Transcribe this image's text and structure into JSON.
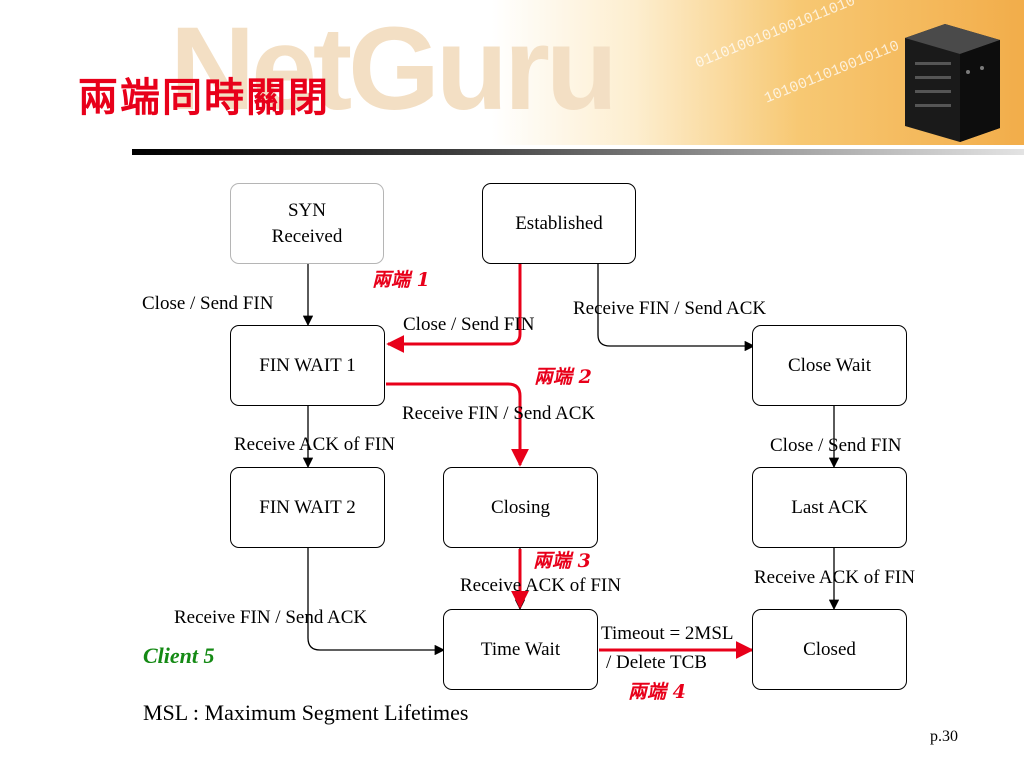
{
  "slide": {
    "title": "兩端同時關閉",
    "watermark": "NetGuru",
    "client_label": "Client 5",
    "msl_note": "MSL : Maximum Segment Lifetimes",
    "page_number": "p.30"
  },
  "states": {
    "syn_received": "SYN\nReceived",
    "established": "Established",
    "fin_wait_1": "FIN WAIT 1",
    "close_wait": "Close Wait",
    "fin_wait_2": "FIN WAIT 2",
    "closing": "Closing",
    "last_ack": "Last ACK",
    "time_wait": "Time Wait",
    "closed": "Closed"
  },
  "transitions": {
    "syn_to_finwait1": "Close / Send FIN",
    "est_to_finwait1": "Close / Send FIN",
    "est_to_closewait": "Receive FIN / Send ACK",
    "finwait1_to_finwait2": "Receive ACK of FIN",
    "finwait1_to_closing": "Receive FIN / Send ACK",
    "closewait_to_lastack": "Close / Send FIN",
    "closing_to_timewait": "Receive ACK of FIN",
    "lastack_to_closed": "Receive ACK of FIN",
    "finwait2_to_timewait": "Receive FIN / Send ACK",
    "timewait_to_closed_1": "Timeout = 2MSL",
    "timewait_to_closed_2": "/ Delete TCB"
  },
  "steps": {
    "step1": "兩端 1",
    "step2": "兩端 2",
    "step3": "兩端 3",
    "step4": "兩端 4"
  },
  "colors": {
    "title": "#e8001a",
    "highlight_path": "#e8001a",
    "client_label": "#158a15"
  }
}
